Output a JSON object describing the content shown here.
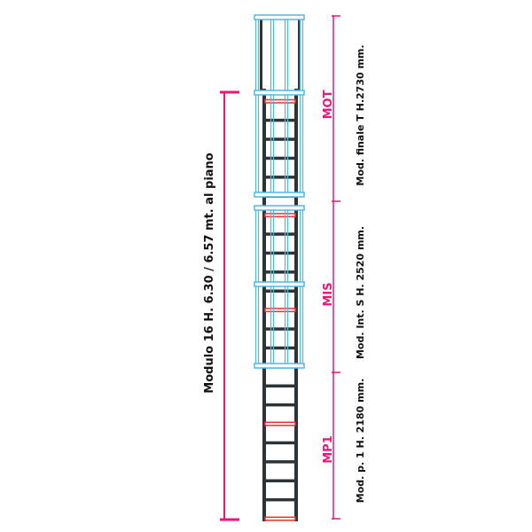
{
  "overall_dimension": "Modulo 16  H. 6.30 / 6.57 mt. al piano",
  "modules": [
    {
      "code": "MOT",
      "label": "Mod. finale T  H.2730 mm."
    },
    {
      "code": "MIS",
      "label": "Mod. Int. S H. 2520 mm."
    },
    {
      "code": "MP1",
      "label": "Mod. p. 1 H. 2180 mm."
    }
  ],
  "colors": {
    "accent": "#e6197a",
    "cage": "#4db8e8",
    "rail": "#2e3338",
    "rung_marker": "#e8322e"
  }
}
